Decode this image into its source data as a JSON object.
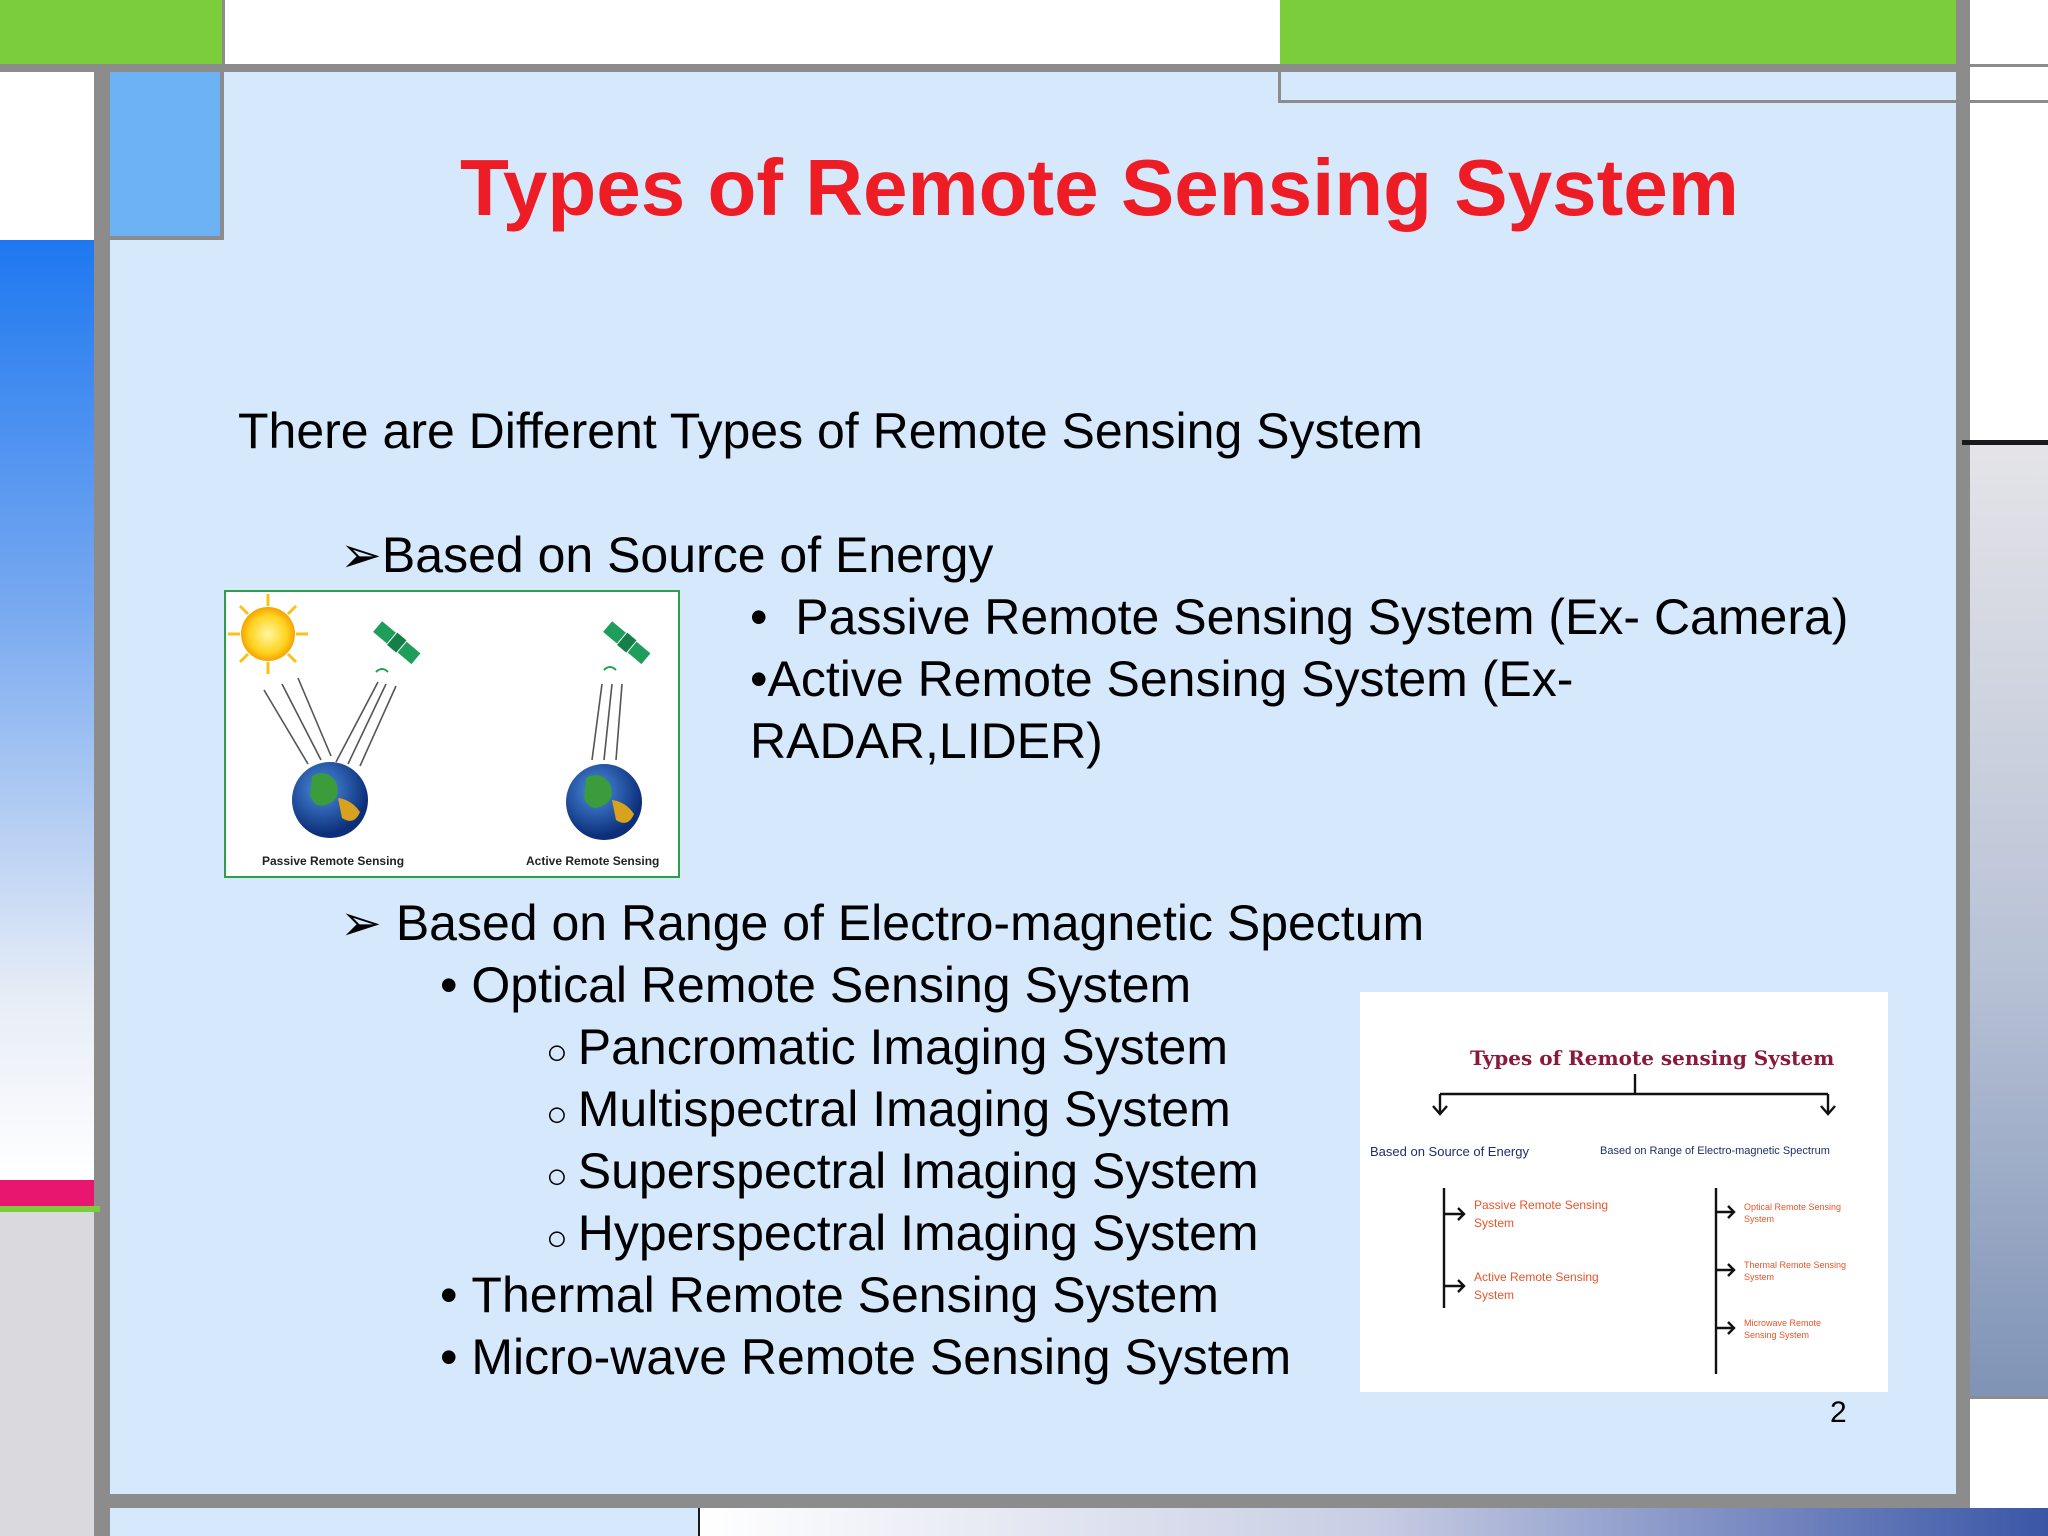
{
  "slide": {
    "title": "Types of Remote Sensing System",
    "intro": "There are Different Types of Remote Sensing System",
    "section1": {
      "heading": "Based on Source of Energy",
      "bullet1": "Passive Remote Sensing System (Ex- Camera)",
      "bullet2_line1": "Active Remote Sensing System (Ex-",
      "bullet2_line2": "RADAR,LIDER)"
    },
    "section2": {
      "heading": "Based on Range of Electro-magnetic Spectum",
      "optical": "Optical Remote Sensing System",
      "sub1": "Pancromatic Imaging System",
      "sub2": "Multispectral Imaging System",
      "sub3": "Superspectral Imaging System",
      "sub4": "Hyperspectral Imaging System",
      "thermal": "Thermal Remote Sensing System",
      "microwave": "Micro-wave Remote Sensing System"
    },
    "page_number": "2"
  },
  "figure1": {
    "passive_caption": "Passive Remote Sensing",
    "active_caption": "Active Remote Sensing"
  },
  "figure2": {
    "title": "Types of Remote sensing System",
    "left_branch": "Based on Source of Energy",
    "right_branch": "Based on Range of Electro-magnetic Spectrum",
    "left_items": [
      "Passive Remote Sensing",
      "System",
      "Active Remote Sensing",
      "System"
    ],
    "right_items": [
      "Optical Remote Sensing",
      "System",
      "Thermal Remote Sensing",
      "System",
      "Microwave Remote",
      "Sensing System"
    ]
  },
  "colors": {
    "title_red": "#ee1c24",
    "green": "#7ccd3c",
    "frame_gray": "#8c8c8c",
    "slide_bg": "#d6e8fb",
    "accent_blue": "#1e78f0",
    "pink": "#e8166e"
  }
}
